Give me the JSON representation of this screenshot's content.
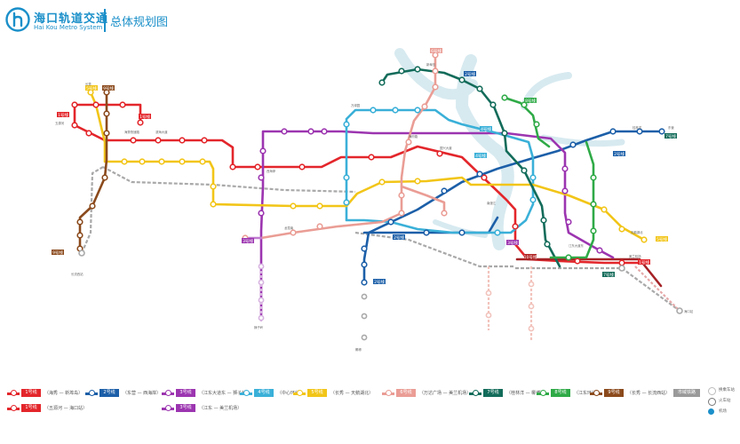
{
  "header": {
    "title_zh": "海口轨道交通",
    "title_en": "Hai Kou Metro System",
    "subtitle": "总体规划图"
  },
  "line_badges": [
    {
      "label": "1号线",
      "color": "#e3262b"
    },
    {
      "label": "2号线",
      "color": "#1c5fa8"
    },
    {
      "label": "3号线",
      "color": "#9c35b0"
    },
    {
      "label": "4号线",
      "color": "#3ab0d8"
    },
    {
      "label": "5号线",
      "color": "#f2c518"
    },
    {
      "label": "6号线",
      "color": "#ea9d95"
    },
    {
      "label": "7号线",
      "color": "#136c5a"
    },
    {
      "label": "8号线",
      "color": "#2faa47"
    },
    {
      "label": "9号线",
      "color": "#8b4a1c"
    },
    {
      "label": "10号线",
      "color": "#b02424"
    }
  ],
  "legend": [
    {
      "badge": "1号线",
      "text": "（海秀 — 新埠岛）",
      "color": "#e3262b"
    },
    {
      "badge": "2号线",
      "text": "（东营 — 西海岸）",
      "color": "#1c5fa8"
    },
    {
      "badge": "3号线",
      "text": "（江东大道东 — 狮子岭）",
      "color": "#9c35b0"
    },
    {
      "badge": "4号线",
      "text": "（中心环线）",
      "color": "#3ab0d8"
    },
    {
      "badge": "5号线",
      "text": "（长秀 — 天鹅湖北）",
      "color": "#f2c518"
    },
    {
      "badge": "6号线",
      "text": "（万达广场 — 美兰机场）",
      "color": "#ea9d95"
    },
    {
      "badge": "7号线",
      "text": "（桂林洋 — 椰博）",
      "color": "#136c5a"
    },
    {
      "badge": "8号线",
      "text": "（江东环线）",
      "color": "#2faa47"
    },
    {
      "badge": "9号线",
      "text": "（长秀 — 长流西站）",
      "color": "#8b4a1c"
    },
    {
      "badge": "市域铁路",
      "text": "",
      "color": "#9a9a9a"
    },
    {
      "badge": "1号线",
      "text": "（五源河 — 海口站）",
      "color": "#e3262b"
    },
    {
      "badge": "3号线",
      "text": "（江东 — 美兰机场）",
      "color": "#9c35b0"
    }
  ],
  "symbols": [
    {
      "label": "换乘车站",
      "color": "#bbbbbb"
    },
    {
      "label": "火车站",
      "color": "#777777"
    },
    {
      "label": "机场",
      "color": "#1a8fc9"
    }
  ],
  "map_labels": [
    "长流西站",
    "海口站",
    "海秀快速路",
    "东营",
    "桂林洋",
    "美兰机场",
    "新埠岛",
    "万绿园",
    "滨海大道",
    "国兴大道",
    "龙昆南",
    "海府路",
    "南渡江",
    "椰博",
    "狮子岭",
    "江东大道东",
    "天鹅湖北",
    "长秀",
    "五源河",
    "西海岸"
  ],
  "colors": {
    "river": "#cfe6ee",
    "rail": "#a7a7a7",
    "brand": "#1a8fc9"
  }
}
